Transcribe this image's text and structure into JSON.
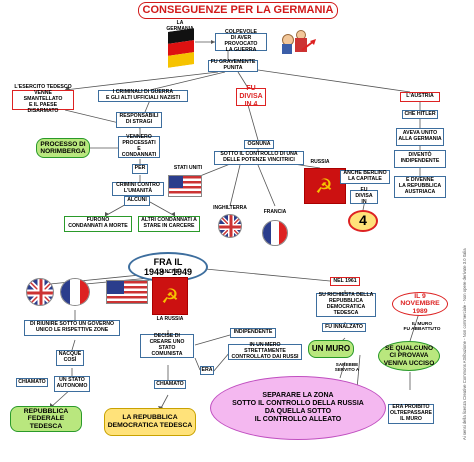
{
  "title": "CONSEGUENZE PER LA GERMANIA",
  "side_text": "Ai sensi della licenza Creative Commons Attribuzione - Non commerciale - Non opere derivate 3.0 Italia",
  "nodes": {
    "la_germania": "LA GERMANIA",
    "colpevole": "COLPEVOLE\nDI AVER PROVOCATO\nLA GUERRA",
    "fu_punita": "FU GRAVEMENTE\nPUNITA",
    "esercito": "L'ESERCITO TEDESCO\nVENNE SMANTELLATO\nE IL PAESE DISARMATO",
    "criminali": "I CRIMINALI DI GUERRA\nE GLI ALTI UFFICIALI NAZISTI",
    "divisa": "FU DIVISA\nIN 4",
    "austria": "L'AUSTRIA",
    "responsabili": "RESPONSABILI\nDI STRAGI",
    "vennero": "VENNERO\nPROCESSATI\nE CONDANNATI",
    "processo": "PROCESSO DI\nNORIMBERGA",
    "per": "PER",
    "crimini": "CRIMINI CONTRO\nL'UMANITÀ",
    "alcuni": "ALCUNI",
    "furono": "FURONO\nCONDANNATI A MORTE",
    "altri": "ALTRI CONDANNATI A\nSTARE IN CARCERE",
    "ognuna": "OGNUNA",
    "sotto_controllo": "SOTTO IL CONTROLLO DI UNA\nDELLE POTENZE VINCITRICI",
    "stati_uniti": "STATI UNITI",
    "russia": "RUSSIA",
    "inghilterra": "INGHILTERRA",
    "francia": "FRANCIA",
    "anche_berlino": "ANCHE BERLINO\nLA CAPITALE",
    "fu_divisa_in": "FU DIVISA\nIN",
    "four": "4",
    "che_hitler": "CHE HITLER",
    "aveva_unito": "AVEVA UNITO\nALLA GERMANIA",
    "divento": "DIVENTÒ\nINDIPENDENTE",
    "e_divenne": "E DIVENNE\nLA REPUBBLICA\nAUSTRIACA",
    "fra_il": "FRA IL\n1948 - 1949",
    "anche_la_russia": "ANCHE",
    "la_russia": "LA RUSSIA",
    "di_riunire": "DI RIUNIRE SOTTO UN GOVERNO\nUNICO LE RISPETTIVE ZONE",
    "nacque": "NACQUE\nCOSÌ",
    "stato_autonomo": "UN STATO\nAUTONOMO",
    "chiamato1": "CHIAMATO",
    "rft": "REPUBBLICA\nFEDERALE TEDESCA",
    "decise": "DECISE DI\nCREARE UNO STATO\nCOMUNISTA",
    "indipendente": "INDIPENDENTE",
    "era": "ERA",
    "stretto": "IN UN MERO STRETTAMENTE\nCONTROLLATO DAI RUSSI",
    "chiamato2": "CHIAMATO",
    "rdt": "LA REPUBBLICA\nDEMOCRATICA TEDESCA",
    "nel_1961": "NEL 1961",
    "richiesta": "SU RICHIESTA DELLA\nREPUBBLICA\nDEMOCRATICA TEDESCA",
    "fu_innalzato": "FU INNALZATO",
    "un_muro": "UN MURO",
    "sarebbe": "SAREBBE\nSERVITO A",
    "separare": "SEPARARE LA ZONA\nSOTTO IL CONTROLLO DELLA RUSSIA\nDA QUELLA SOTTO\nIL CONTROLLO ALLEATO",
    "nove_novembre": "IL 9 NOVEMBRE\n1989",
    "il_muro_abbattuto": "IL MURO\nFU ABBATTUTO",
    "se_qualcuno": "SE QUALCUNO\nCI PROVAVA\nVENIVA UCCISO",
    "era_proibito": "ERA PROIBITO\nOLTREPASSARE\nIL MURO"
  },
  "colors": {
    "blue_border": "#3d6e9e",
    "red": "#d22222",
    "green": "#2a9a2a",
    "title_red": "#d11a1a",
    "yellow": "#ffe27a",
    "pink": "#f4b8f0",
    "green_fill": "#b9e77e"
  }
}
